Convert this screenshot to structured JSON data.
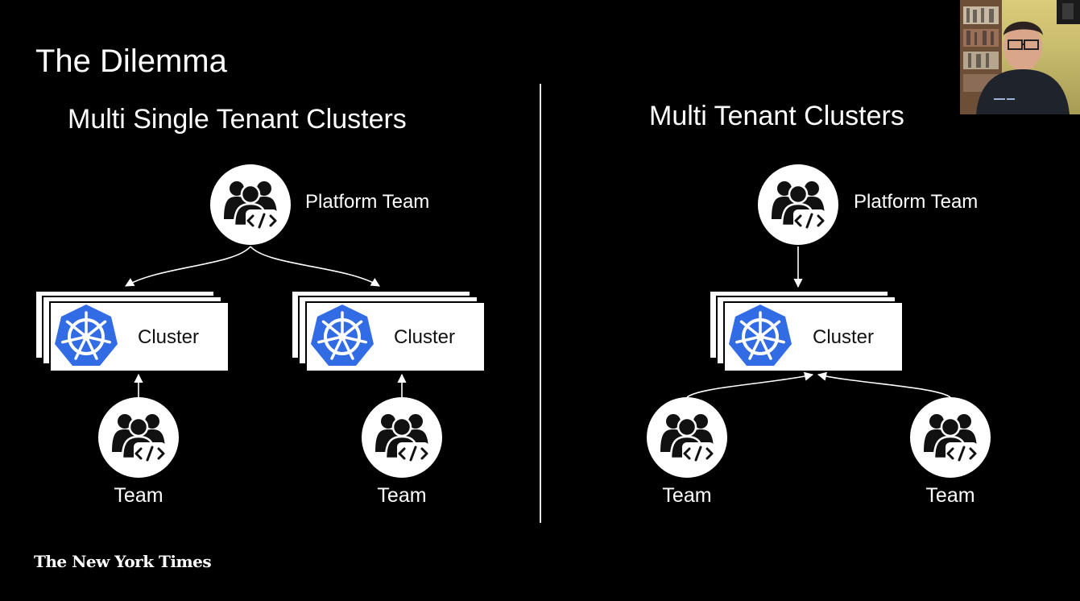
{
  "slide": {
    "title": "The Dilemma",
    "left_heading": "Multi Single Tenant Clusters",
    "right_heading": "Multi Tenant Clusters",
    "footer_logo": "The New York Times"
  },
  "left": {
    "platform_label": "Platform Team",
    "cluster_a_label": "Cluster",
    "cluster_b_label": "Cluster",
    "team_a_label": "Team",
    "team_b_label": "Team"
  },
  "right": {
    "platform_label": "Platform Team",
    "cluster_label": "Cluster",
    "team_a_label": "Team",
    "team_b_label": "Team"
  },
  "icons": {
    "team": "team-code-icon",
    "kubernetes": "kubernetes-helm-icon"
  },
  "colors": {
    "background": "#000000",
    "kubernetes_blue": "#326ce5",
    "line": "#ffffff"
  }
}
